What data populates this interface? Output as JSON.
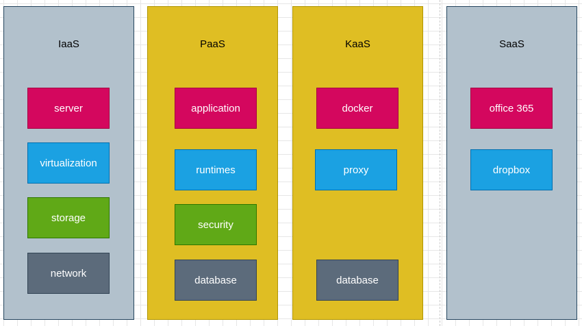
{
  "columns": [
    {
      "title": "IaaS",
      "blocks": [
        {
          "label": "server",
          "color": "#d4075e"
        },
        {
          "label": "virtualization",
          "color": "#1ba1e2"
        },
        {
          "label": "storage",
          "color": "#60a917"
        },
        {
          "label": "network",
          "color": "#5c6b7b"
        }
      ]
    },
    {
      "title": "PaaS",
      "blocks": [
        {
          "label": "application",
          "color": "#d4075e"
        },
        {
          "label": "runtimes",
          "color": "#1ba1e2"
        },
        {
          "label": "security",
          "color": "#60a917"
        },
        {
          "label": "database",
          "color": "#5c6b7b"
        }
      ]
    },
    {
      "title": "KaaS",
      "blocks": [
        {
          "label": "docker",
          "color": "#d4075e"
        },
        {
          "label": "proxy",
          "color": "#1ba1e2"
        },
        {
          "label": "database",
          "color": "#5c6b7b"
        }
      ]
    },
    {
      "title": "SaaS",
      "blocks": [
        {
          "label": "office 365",
          "color": "#d4075e"
        },
        {
          "label": "dropbox",
          "color": "#1ba1e2"
        }
      ]
    }
  ],
  "colors": {
    "grey_column": "#b2c1cc",
    "yellow_column": "#dfbe23"
  }
}
